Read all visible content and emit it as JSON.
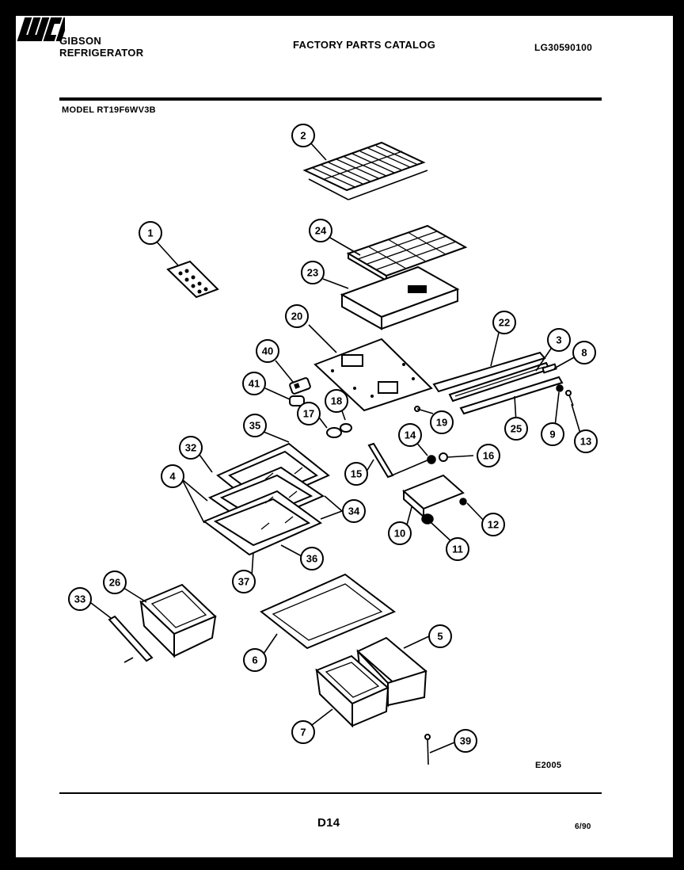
{
  "header": {
    "brand_line1": "GIBSON",
    "brand_line2": "REFRIGERATOR",
    "logo_text": "WCI",
    "catalog_title": "FACTORY PARTS CATALOG",
    "document_number": "LG30590100",
    "model_label": "MODEL RT19F6WV3B"
  },
  "callouts": [
    "1",
    "2",
    "3",
    "4",
    "5",
    "6",
    "7",
    "8",
    "9",
    "10",
    "11",
    "12",
    "13",
    "14",
    "15",
    "16",
    "17",
    "18",
    "19",
    "20",
    "22",
    "23",
    "24",
    "25",
    "26",
    "32",
    "33",
    "34",
    "35",
    "36",
    "37",
    "39",
    "40",
    "41"
  ],
  "footer": {
    "figure_ref": "E2005",
    "page_number": "D14",
    "date": "6/90"
  }
}
